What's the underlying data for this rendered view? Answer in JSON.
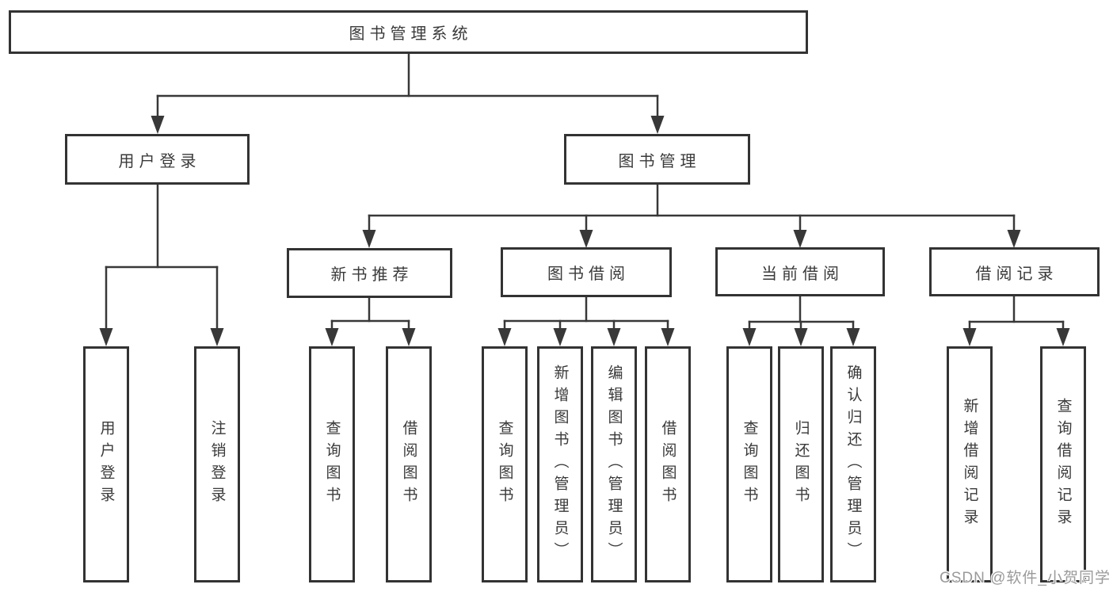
{
  "diagram": {
    "title": "图书管理系统",
    "nodes": {
      "root": "图书管理系统",
      "user_login": "用户登录",
      "book_management": "图书管理",
      "new_book_recommend": "新书推荐",
      "book_borrowing": "图书借阅",
      "current_borrowing": "当前借阅",
      "borrowing_records": "借阅记录",
      "login": "用户登录",
      "logout": "注销登录",
      "nbr_query_books": "查询图书",
      "nbr_borrow_books": "借阅图书",
      "bb_query_books": "查询图书",
      "bb_add_books": "新增图书（管理员）",
      "bb_edit_books": "编辑图书（管理员）",
      "bb_borrow_books": "借阅图书",
      "cb_query_books": "查询图书",
      "cb_return_books": "归还图书",
      "cb_confirm_return": "确认归还（管理员）",
      "br_add_record": "新增借阅记录",
      "br_query_record": "查询借阅记录"
    },
    "hierarchy": {
      "root": [
        "user_login",
        "book_management"
      ],
      "user_login": [
        "login",
        "logout"
      ],
      "book_management": [
        "new_book_recommend",
        "book_borrowing",
        "current_borrowing",
        "borrowing_records"
      ],
      "new_book_recommend": [
        "nbr_query_books",
        "nbr_borrow_books"
      ],
      "book_borrowing": [
        "bb_query_books",
        "bb_add_books",
        "bb_edit_books",
        "bb_borrow_books"
      ],
      "current_borrowing": [
        "cb_query_books",
        "cb_return_books",
        "cb_confirm_return"
      ],
      "borrowing_records": [
        "br_add_record",
        "br_query_record"
      ]
    }
  },
  "watermark": {
    "text": "CSDN @软件_小贺同学"
  },
  "colors": {
    "line": "#383838",
    "box_border": "#333333",
    "text": "#3a3a3a",
    "background": "#ffffff",
    "watermark": "#9a9a9a"
  }
}
